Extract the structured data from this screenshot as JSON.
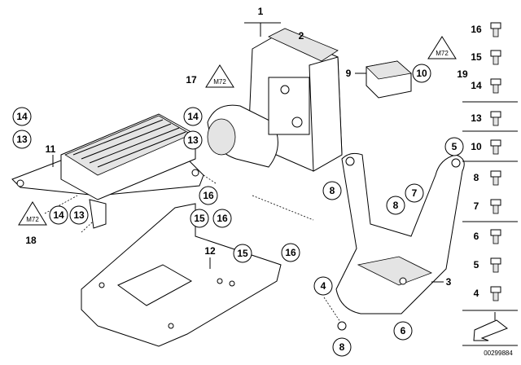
{
  "diagram": {
    "main_label": "1",
    "plain_labels": {
      "hydraulic_unit": "2",
      "bracket": "3",
      "control_unit": "11",
      "mount_plate": "12",
      "warning_sticker_left": "17",
      "warning_sticker_bottom": "18",
      "sensor_bracket": "9",
      "sensor_note": "19"
    },
    "circled_labels": {
      "ecu_top_14": "14",
      "ecu_top_13": "13",
      "ecu_right_14": "14",
      "ecu_right_13": "13",
      "ecu_bottom_14": "14",
      "ecu_bottom_13": "13",
      "sensor_10": "10",
      "plate_16a": "16",
      "plate_15a": "15",
      "plate_16b": "16",
      "plate_15b": "15",
      "plate_16c": "16",
      "bracket_8a": "8",
      "bracket_8b": "8",
      "bracket_7": "7",
      "bracket_5": "5",
      "bracket_4": "4",
      "bracket_8c": "8",
      "bracket_6": "6"
    },
    "legend_column": [
      "16",
      "15",
      "14",
      "13",
      "10",
      "8",
      "7",
      "6",
      "5",
      "4"
    ],
    "part_number": "00299884",
    "warning_icon": "warning-triangle-icon",
    "nav_icon": "arrow-icon"
  }
}
